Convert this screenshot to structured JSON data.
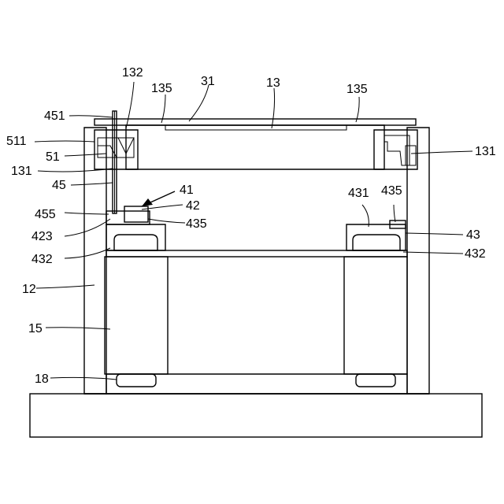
{
  "labels": {
    "l451": "451",
    "l132": "132",
    "l135a": "135",
    "l31": "31",
    "l13": "13",
    "l135b": "135",
    "l511": "511",
    "l51": "51",
    "l131a": "131",
    "l131b": "131",
    "l45": "45",
    "l41": "41",
    "l431": "431",
    "l435a": "435",
    "l42": "42",
    "l455": "455",
    "l435b": "435",
    "l423": "423",
    "l43": "43",
    "l432a": "432",
    "l432b": "432",
    "l12": "12",
    "l15": "15",
    "l18": "18"
  }
}
